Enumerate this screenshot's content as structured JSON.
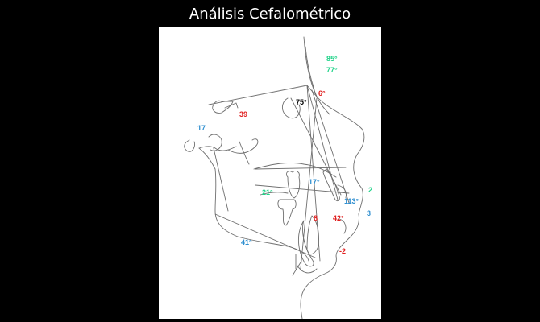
{
  "title": "Análisis Cefalométrico",
  "colors": {
    "background": "#000000",
    "panel": "#ffffff",
    "tracing": "#6e6e6e",
    "blue": "#2f8fd0",
    "red": "#e02020",
    "green": "#22d38a",
    "black": "#000000"
  },
  "labels": {
    "angle_85": "85°",
    "angle_77": "77°",
    "angle_75": "75°",
    "value_6": "6°",
    "value_39": "39",
    "value_17_left": "17",
    "value_17_center": "17°",
    "value_21": "21°",
    "value_113": "113°",
    "value_2": "2",
    "value_3": "3",
    "value_8": "8",
    "value_42": "42°",
    "value_41": "41°",
    "value_neg2": "-2"
  }
}
